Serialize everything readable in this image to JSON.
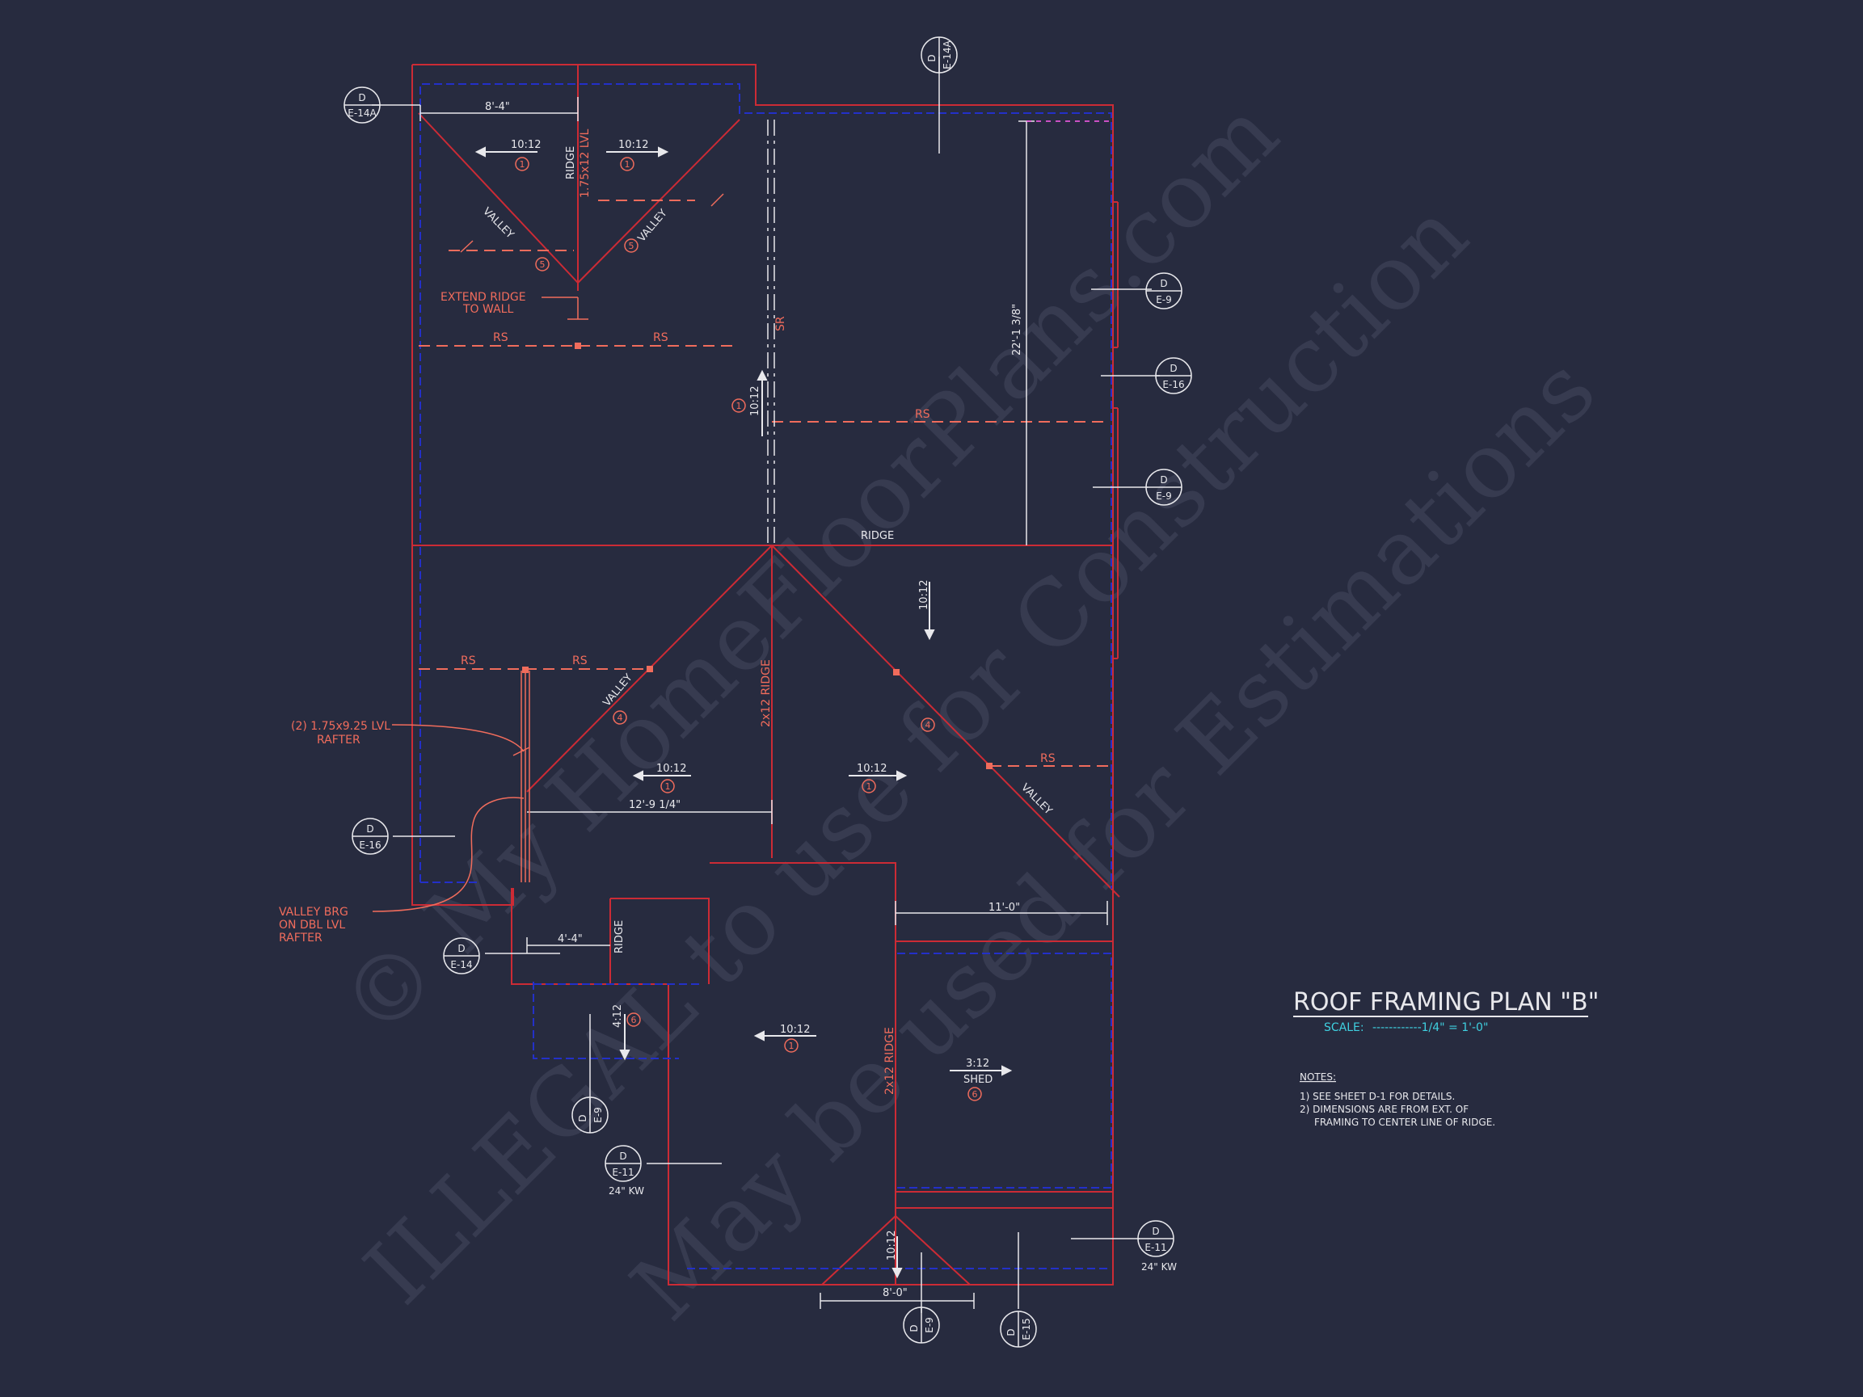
{
  "title": {
    "text": "ROOF FRAMING PLAN \"B\"",
    "scale_label": "SCALE:",
    "scale_value": "------------1/4\" = 1'-0\""
  },
  "notes": {
    "heading": "NOTES:",
    "line1": "1)  SEE SHEET D-1 FOR DETAILS.",
    "line2": "2)  DIMENSIONS ARE FROM EXT. OF",
    "line3": "FRAMING TO CENTER LINE OF RIDGE."
  },
  "dimensions": {
    "d1": "8'-4\"",
    "d2": "22'-1 3/8\"",
    "d3": "12'-9 1/4\"",
    "d4": "11'-0\"",
    "d5": "4'-4\"",
    "d6": "8'-0\""
  },
  "pitch": {
    "p1012": "10:12",
    "p412": "4:12",
    "p312": "3:12",
    "shed": "SHED"
  },
  "labels": {
    "ridge": "RIDGE",
    "ridge_lvl": "1.75x12 LVL",
    "valley": "VALLEY",
    "rs": "RS",
    "sr": "SR",
    "ridge_2x12": "2x12 RIDGE",
    "extend_ridge_1": "EXTEND RIDGE",
    "extend_ridge_2": "TO WALL",
    "lvl_rafter_1": "(2) 1.75x9.25 LVL",
    "lvl_rafter_2": "RAFTER",
    "valley_brg_1": "VALLEY BRG",
    "valley_brg_2": "ON DBL LVL",
    "valley_brg_3": "RAFTER",
    "kw": "24\" KW"
  },
  "markers": {
    "m1": "1",
    "m4": "4",
    "m5": "5",
    "m6": "6"
  },
  "callouts": {
    "letter": "D",
    "e14a": "E-14A",
    "e9": "E-9",
    "e16": "E-16",
    "e14": "E-14",
    "e11": "E-11",
    "e15": "E-15"
  },
  "watermark": {
    "line1": "© My HomeFloorPlans.com",
    "line2": "ILLEGAL to use for Construction",
    "line3": "May be used for Estimations"
  },
  "colors": {
    "background": "#272b3f",
    "framing": "#cc2b35",
    "inner": "#2330c8",
    "text_red": "#f06c5c",
    "text_white": "#e8e8ec",
    "accent_cyan": "#3fd0e0",
    "dim_magenta": "#ff5cf0"
  }
}
